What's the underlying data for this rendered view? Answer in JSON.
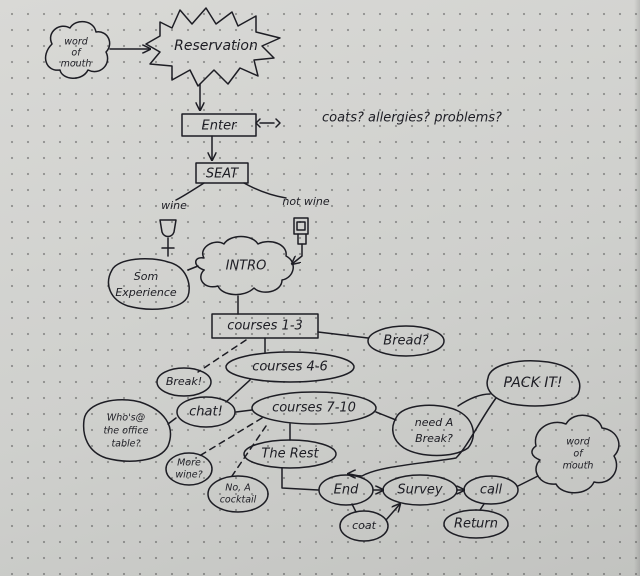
{
  "diagram": {
    "nodes": {
      "word_of_mouth_top": [
        "word",
        "of",
        "mouth"
      ],
      "reservation": "Reservation",
      "enter": "Enter",
      "enter_note": "coats? allergies? problems?",
      "seat": "SEAT",
      "wine": "wine",
      "not_wine": "not wine",
      "som_experience": [
        "Som",
        "Experience"
      ],
      "intro": "INTRO",
      "courses_1_3": "courses 1-3",
      "bread": "Bread?",
      "courses_4_6": "courses 4-6",
      "break": "Break!",
      "chat": "chat!",
      "courses_7_10": "courses 7-10",
      "whos_office_table": [
        "Who's@",
        "the office",
        "table?"
      ],
      "need_a_break": [
        "need A",
        "Break?"
      ],
      "pack_it": "PACK IT!",
      "the_rest": "The Rest",
      "more_wine": [
        "More",
        "wine?"
      ],
      "no_cocktail": [
        "No, A",
        "cocktail"
      ],
      "end": "End",
      "survey": "Survey",
      "call": "call",
      "word_of_mouth_bottom": [
        "word",
        "of",
        "mouth"
      ],
      "coat": "coat",
      "return": "Return"
    }
  }
}
